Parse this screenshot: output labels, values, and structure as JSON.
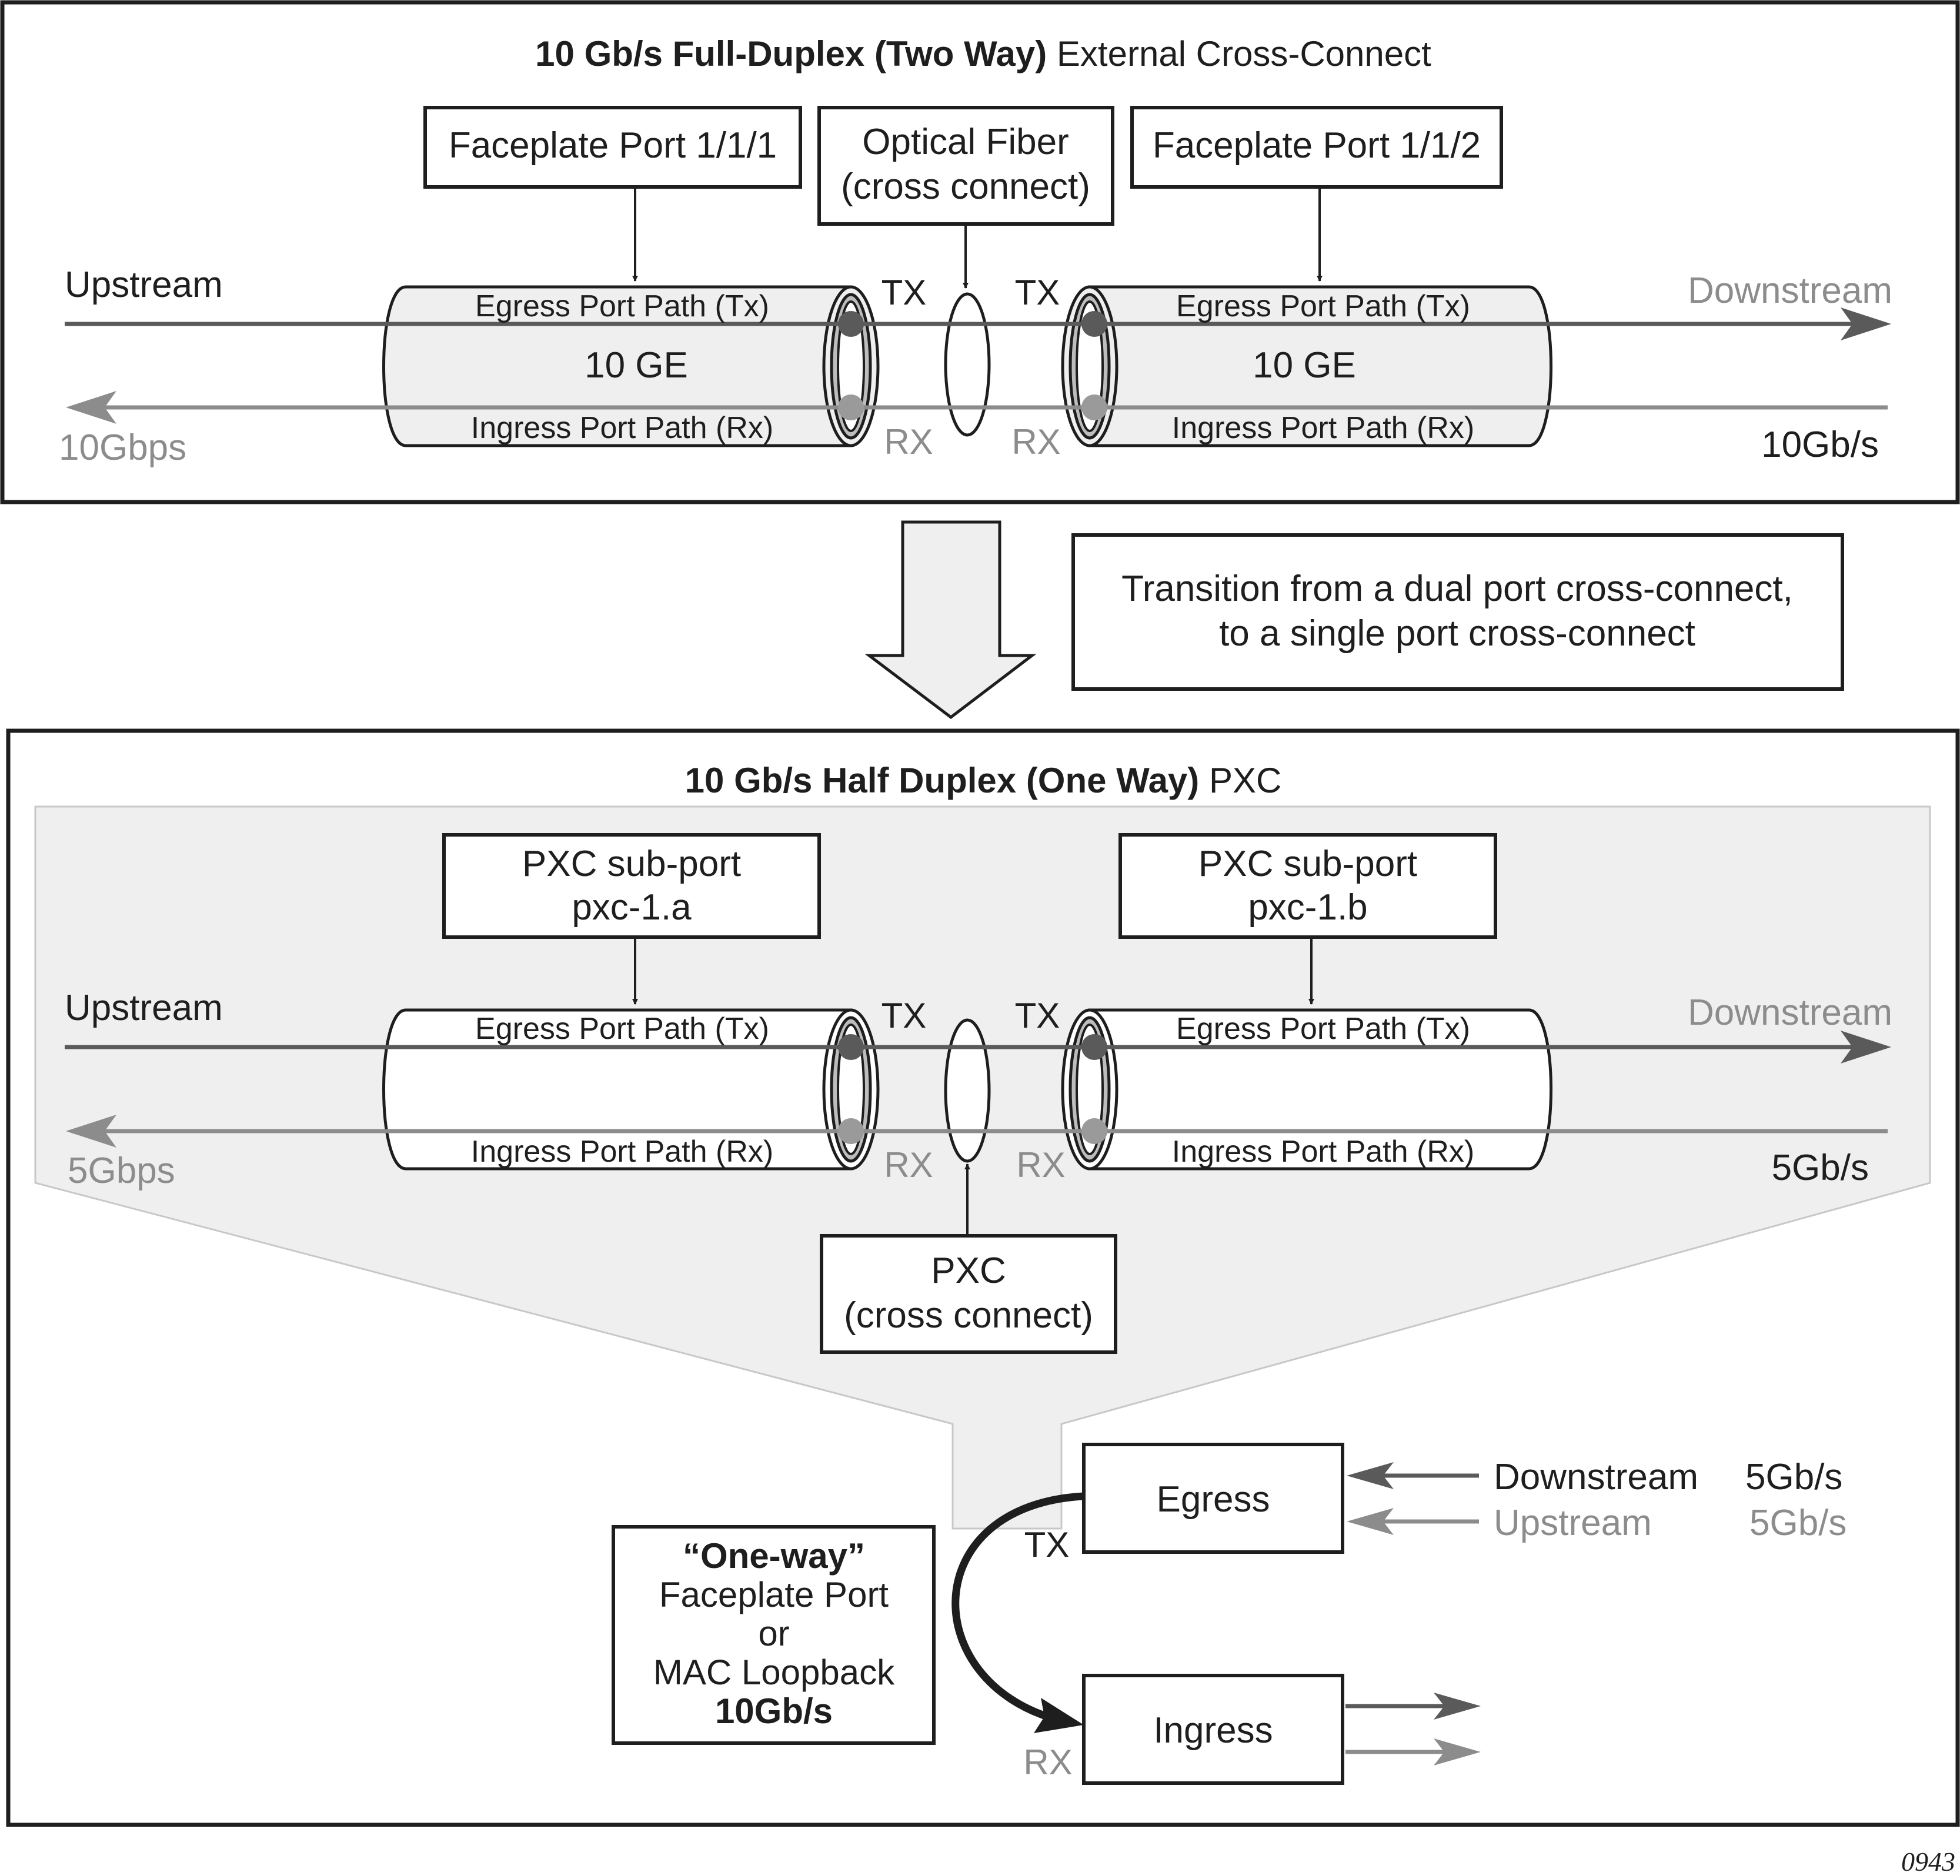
{
  "top": {
    "title_bold": "10 Gb/s Full-Duplex (Two Way)",
    "title_rest": "External Cross-Connect",
    "left_box": "Faceplate Port 1/1/1",
    "fiber_box": [
      "Optical Fiber",
      "(cross connect)"
    ],
    "right_box": "Faceplate Port 1/1/2",
    "upstream": "Upstream",
    "downstream": "Downstream",
    "left_rate": "10Gbps",
    "right_rate": "10Gb/s",
    "egress_path": "Egress Port Path (Tx)",
    "ingress_path": "Ingress Port Path (Rx)",
    "port_label": "10 GE",
    "tx": "TX",
    "rx": "RX"
  },
  "transition": [
    "Transition from a dual port cross-connect,",
    "to a single port cross-connect"
  ],
  "bottom": {
    "title_bold": "10 Gb/s Half Duplex (One Way)",
    "title_rest": "PXC",
    "left_box": [
      "PXC sub-port",
      "pxc-1.a"
    ],
    "right_box": [
      "PXC sub-port",
      "pxc-1.b"
    ],
    "upstream": "Upstream",
    "downstream": "Downstream",
    "left_rate": "5Gbps",
    "right_rate": "5Gb/s",
    "egress_path": "Egress Port Path (Tx)",
    "ingress_path": "Ingress Port Path (Rx)",
    "tx": "TX",
    "rx": "RX",
    "pxc_box": [
      "PXC",
      "(cross connect)"
    ],
    "loopback_box": [
      "“One-way”",
      "Faceplate Port",
      "or",
      "MAC Loopback",
      "10Gb/s"
    ],
    "egress": "Egress",
    "ingress": "Ingress",
    "tx_small": "TX",
    "rx_small": "RX",
    "legend_down": "Downstream",
    "legend_down_rate": "5Gb/s",
    "legend_up": "Upstream",
    "legend_up_rate": "5Gb/s"
  },
  "figure_id": "0943",
  "colors": {
    "line_dark": "#5a5a5a",
    "line_grey": "#8c8c8c",
    "fill_light": "#eeefee",
    "border": "#1e1e1e"
  }
}
